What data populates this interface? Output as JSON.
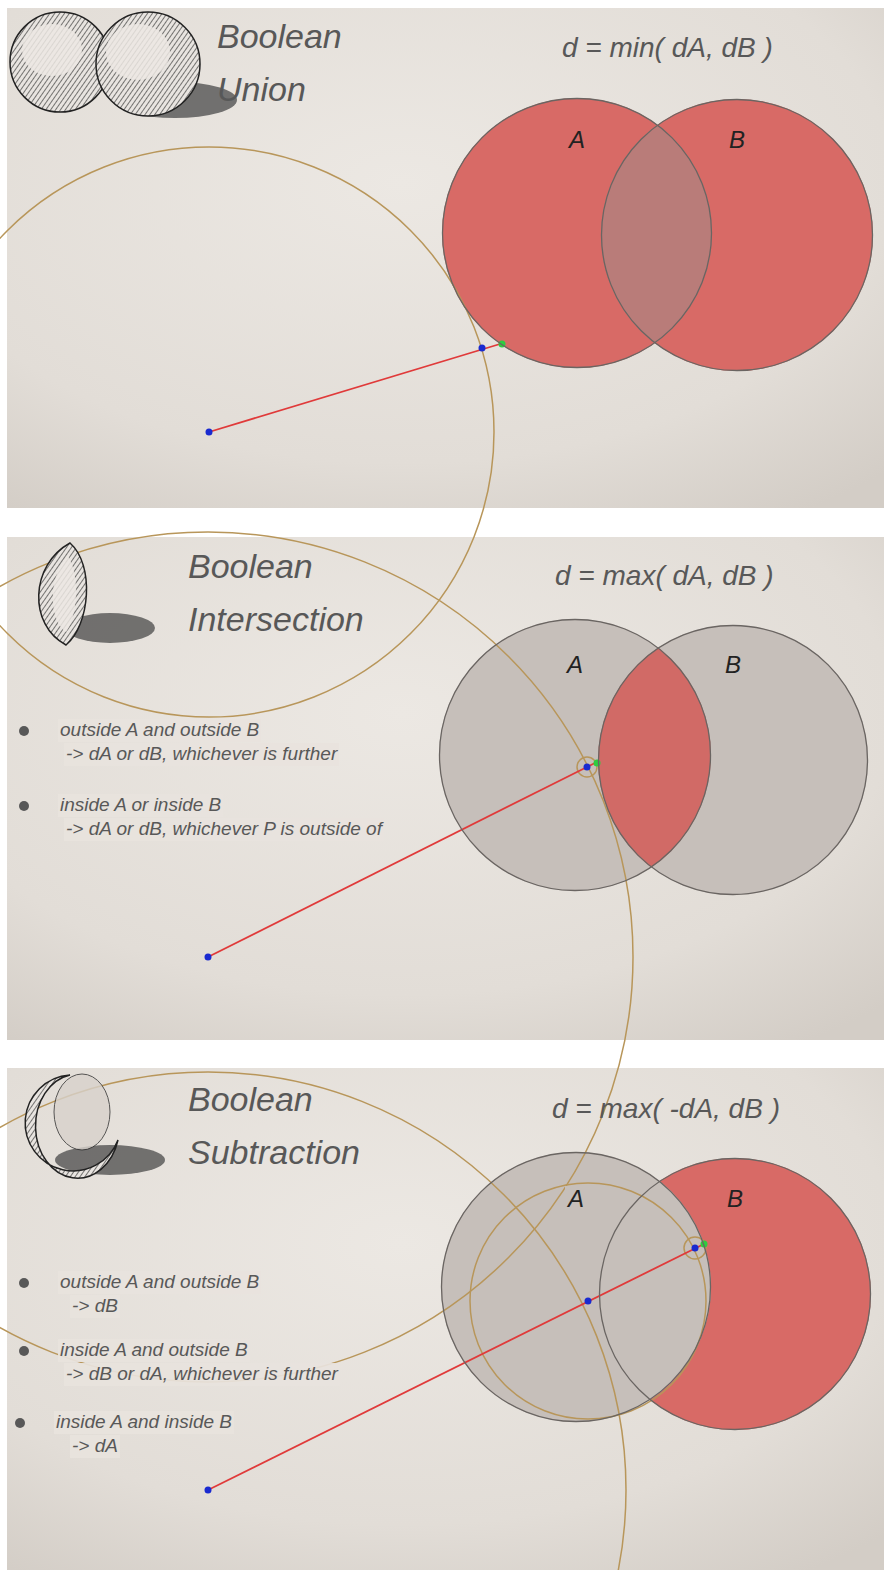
{
  "diagram": {
    "nodes": [
      {
        "text": [
          "A"
        ]
      },
      {
        "text": [
          "B"
        ]
      },
      {
        "text": [
          "A"
        ]
      },
      {
        "text": [
          "B"
        ]
      },
      {
        "text": [
          "A"
        ]
      },
      {
        "text": [
          "B"
        ]
      }
    ],
    "labels": [
      "Boolean Union",
      "d = min( dA, dB )",
      "Boolean Intersection",
      "d = max( dA, dB )",
      "outside A and outside B",
      "-> dA or dB, whichever is further",
      "inside A or inside B",
      "-> dA or dB, whichever P is outside of",
      "Boolean Subtraction",
      "d = max( -dA, dB )",
      "outside A and outside B",
      "-> dB",
      "inside A and outside B",
      "-> dB or dA, whichever is further",
      "inside A and inside B",
      "-> dA"
    ]
  }
}
